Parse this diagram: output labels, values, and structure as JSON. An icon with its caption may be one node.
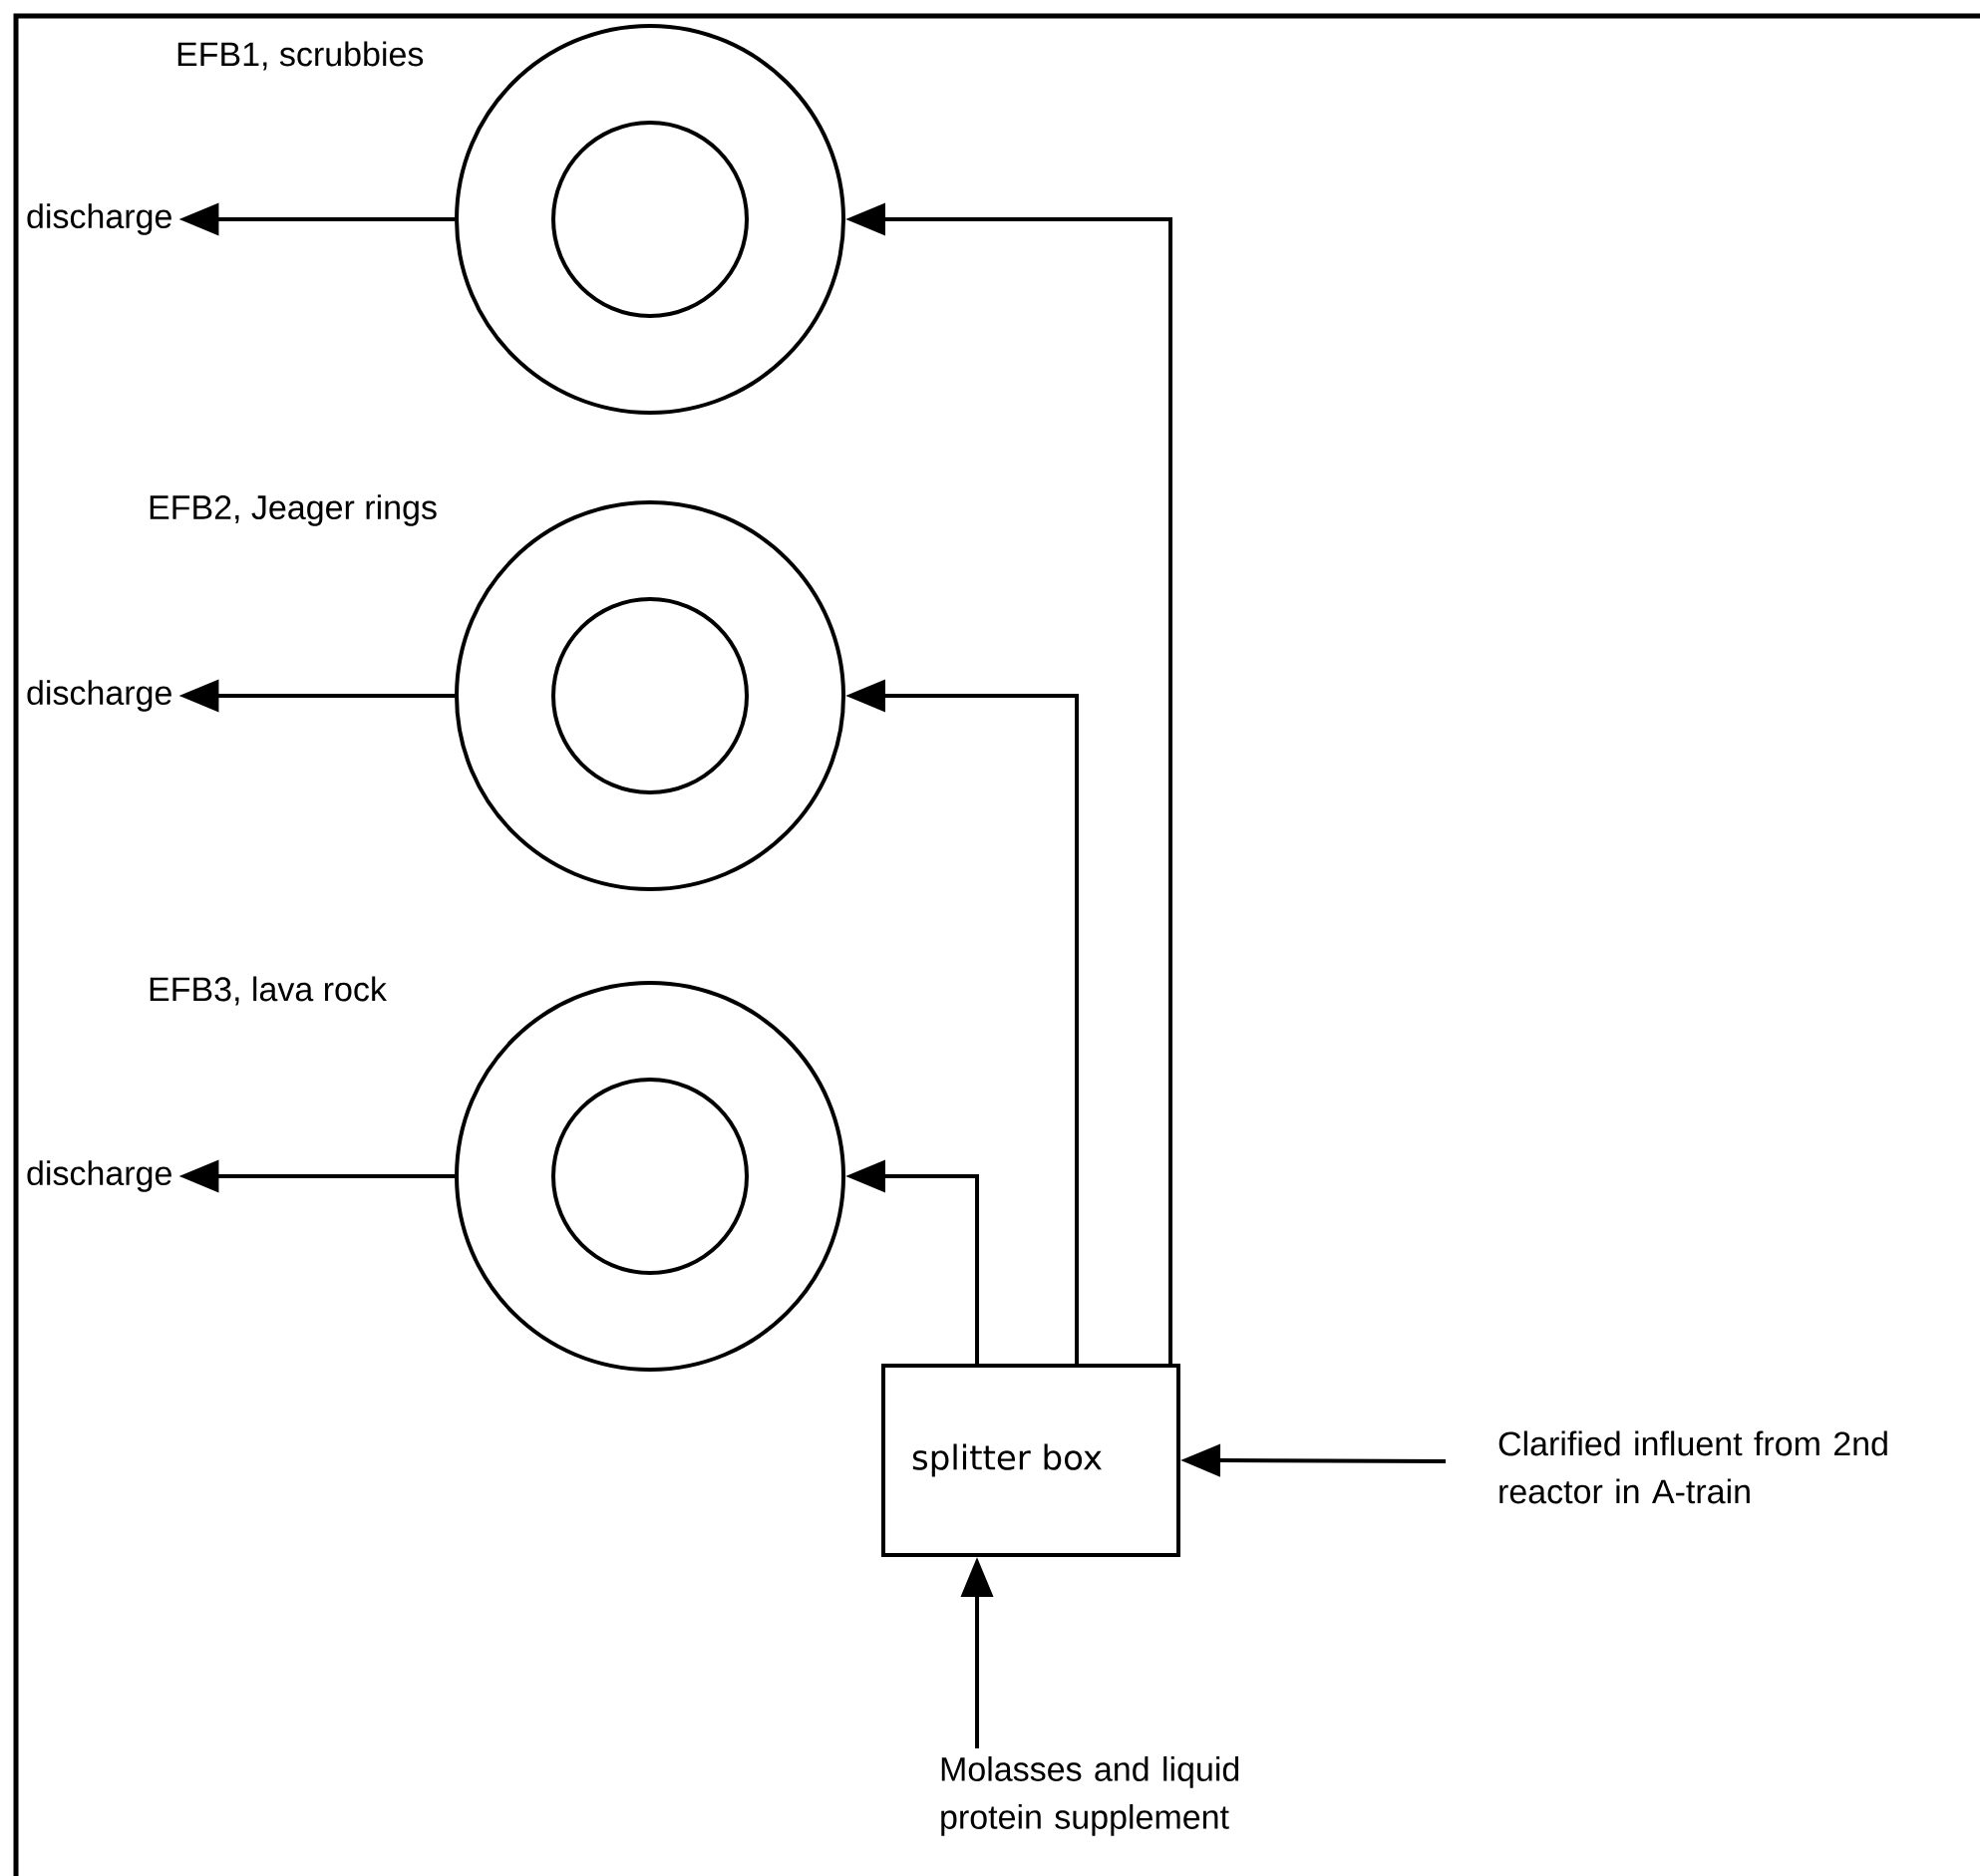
{
  "diagram": {
    "nodes": [
      {
        "text": [
          "EFB1, scrubbies"
        ]
      },
      {
        "text": [
          "discharge"
        ]
      },
      {
        "text": [
          "EFB2, Jeager rings"
        ]
      },
      {
        "text": [
          "discharge"
        ]
      },
      {
        "text": [
          "EFB3, lava rock"
        ]
      },
      {
        "text": [
          "discharge"
        ]
      },
      {
        "text": [
          "splitter box"
        ]
      },
      {
        "text": [
          "Clarified influent from 2nd reactor in A-train"
        ]
      },
      {
        "text": [
          "Molasses and liquid protein supplement"
        ]
      }
    ],
    "edges": [
      {
        "from": 0,
        "to": 1,
        "arrow": "to"
      },
      {
        "from": 2,
        "to": 3,
        "arrow": "to"
      },
      {
        "from": 4,
        "to": 5,
        "arrow": "to"
      },
      {
        "from": 6,
        "to": 0,
        "arrow": "to"
      },
      {
        "from": 6,
        "to": 2,
        "arrow": "to"
      },
      {
        "from": 6,
        "to": 4,
        "arrow": "to"
      },
      {
        "from": 7,
        "to": 6,
        "arrow": "to"
      },
      {
        "from": 8,
        "to": 6,
        "arrow": "to"
      }
    ]
  }
}
